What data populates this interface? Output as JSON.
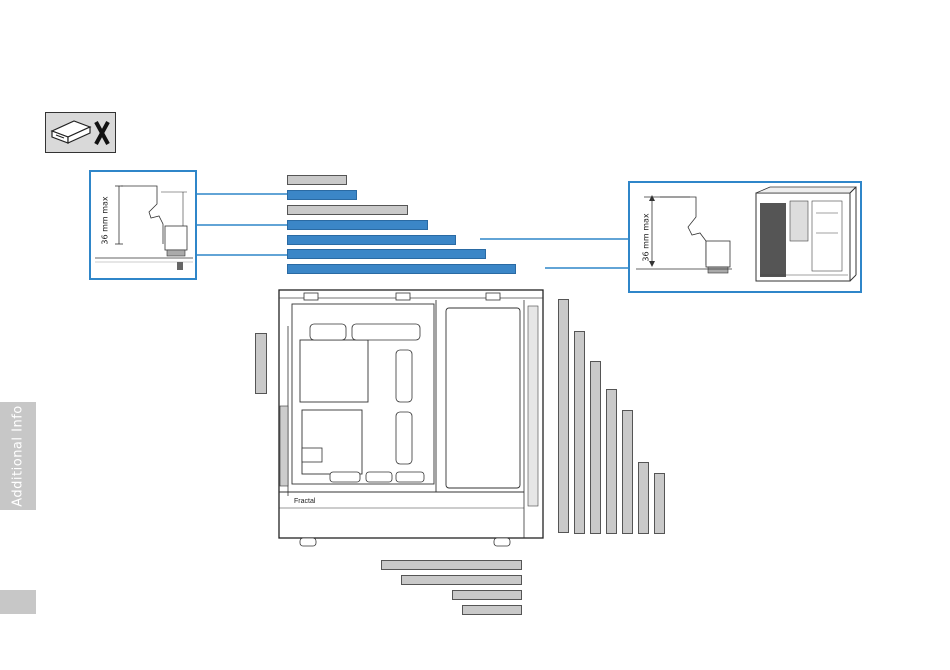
{
  "side_tab": {
    "label": "Additional Info"
  },
  "callouts": {
    "left": {
      "dimension_label": "36 mm max"
    },
    "right": {
      "dimension_label": "36 mm max"
    }
  },
  "colors": {
    "accent_blue": "#3b86c7",
    "bar_gray": "#c9c9c9",
    "tab_gray": "#c7c7c7"
  },
  "icons": {
    "drive_bay": "drive-bay-icon",
    "cross": "x-mark-icon"
  },
  "case_logo": "Fractal"
}
